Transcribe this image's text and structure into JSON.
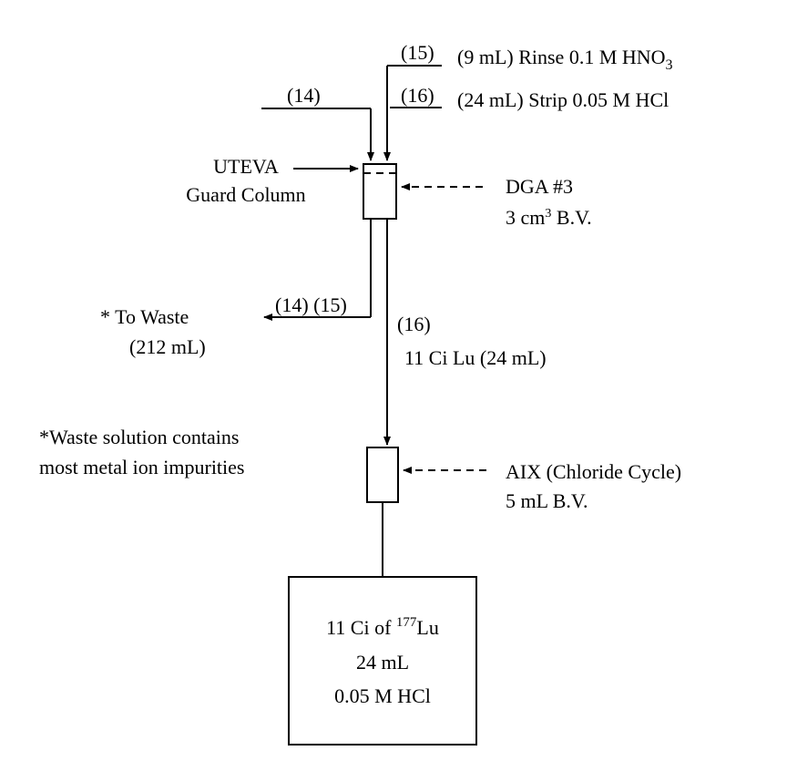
{
  "streams": {
    "s15": "(15)",
    "s16_top": "(16)",
    "s14": "(14)",
    "s14_15": "(14) (15)",
    "s16_mid": "(16)"
  },
  "inputs": {
    "rinse_prefix": "(9 mL) Rinse 0.1 M HNO",
    "rinse_sub": "3",
    "strip": "(24 mL) Strip 0.05 M HCl"
  },
  "guard": {
    "line1": "UTEVA",
    "line2": "Guard Column"
  },
  "dga": {
    "line1": "DGA #3",
    "line2_a": "3 cm",
    "line2_sup": "3",
    "line2_b": " B.V."
  },
  "waste": {
    "line1": "*  To Waste",
    "line2": "(212 mL)"
  },
  "flow": {
    "label": "11 Ci Lu (24 mL)"
  },
  "note": {
    "line1": "*Waste solution contains",
    "line2": "most metal ion impurities"
  },
  "aix": {
    "line1": "AIX (Chloride Cycle)",
    "line2": "5 mL B.V."
  },
  "product": {
    "line1_a": "11 Ci of ",
    "line1_sup": "177",
    "line1_b": "Lu",
    "line2": "24 mL",
    "line3": "0.05 M HCl"
  }
}
